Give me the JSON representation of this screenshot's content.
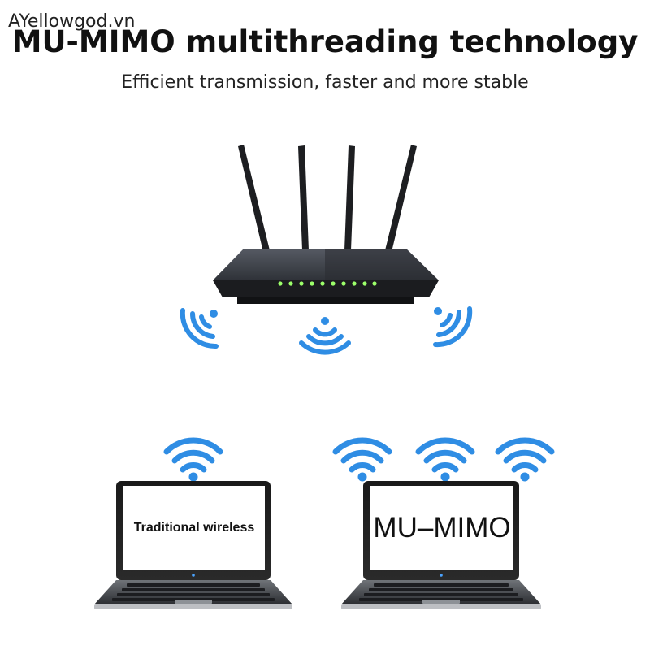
{
  "watermark": "AYellowgod.vn",
  "headline": "MU-MIMO multithreading technology",
  "subheadline": "Efficient transmission, faster and more stable",
  "laptops": {
    "left_label": "Traditional wireless",
    "right_label": "MU–MIMO"
  },
  "colors": {
    "wifi_blue": "#2f8de4",
    "router_body": "#3a3d44",
    "led_green": "#9cff6a"
  },
  "icons": [
    "router-icon",
    "wifi-signal-icon",
    "laptop-icon"
  ]
}
